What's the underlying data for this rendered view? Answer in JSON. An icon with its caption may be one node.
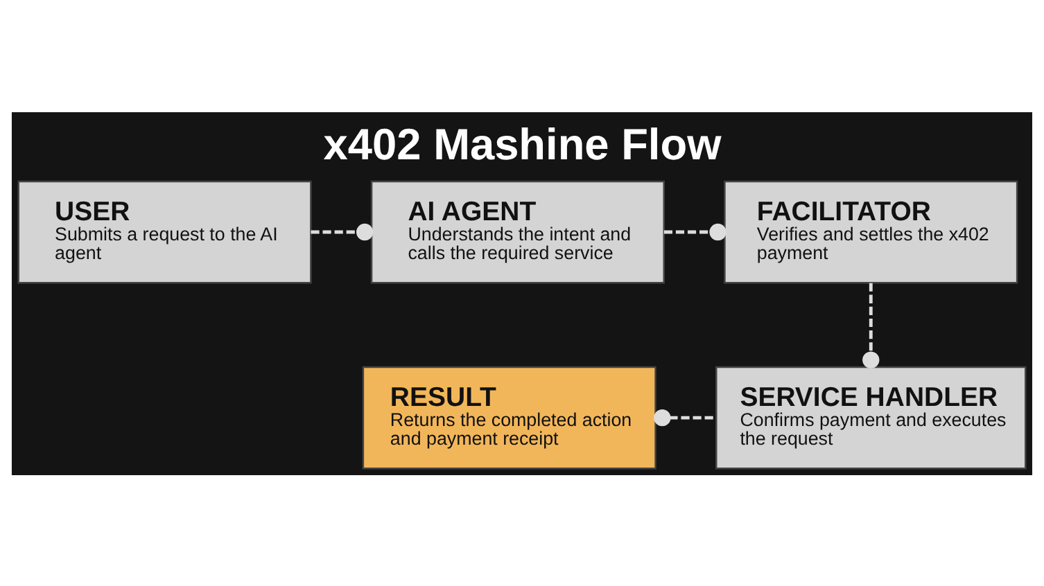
{
  "diagram": {
    "title": "x402 Mashine Flow",
    "nodes": [
      {
        "text": [
          "USER",
          "Submits a request to the AI agent"
        ]
      },
      {
        "text": [
          "AI AGENT",
          "Understands the intent and calls the required service"
        ]
      },
      {
        "text": [
          "FACILITATOR",
          "Verifies and settles the x402 payment"
        ]
      },
      {
        "text": [
          "RESULT",
          "Returns the completed action and payment receipt"
        ]
      },
      {
        "text": [
          "SERVICE HANDLER",
          "Confirms payment and executes the request"
        ]
      }
    ],
    "edges": [
      {
        "from": 0,
        "to": 1,
        "arrow": "other",
        "style": "dashed"
      },
      {
        "from": 1,
        "to": 2,
        "arrow": "other",
        "style": "dashed"
      },
      {
        "from": 2,
        "to": 4,
        "arrow": "other",
        "style": "dashed"
      },
      {
        "from": 4,
        "to": 3,
        "arrow": "other",
        "style": "dashed"
      }
    ]
  }
}
